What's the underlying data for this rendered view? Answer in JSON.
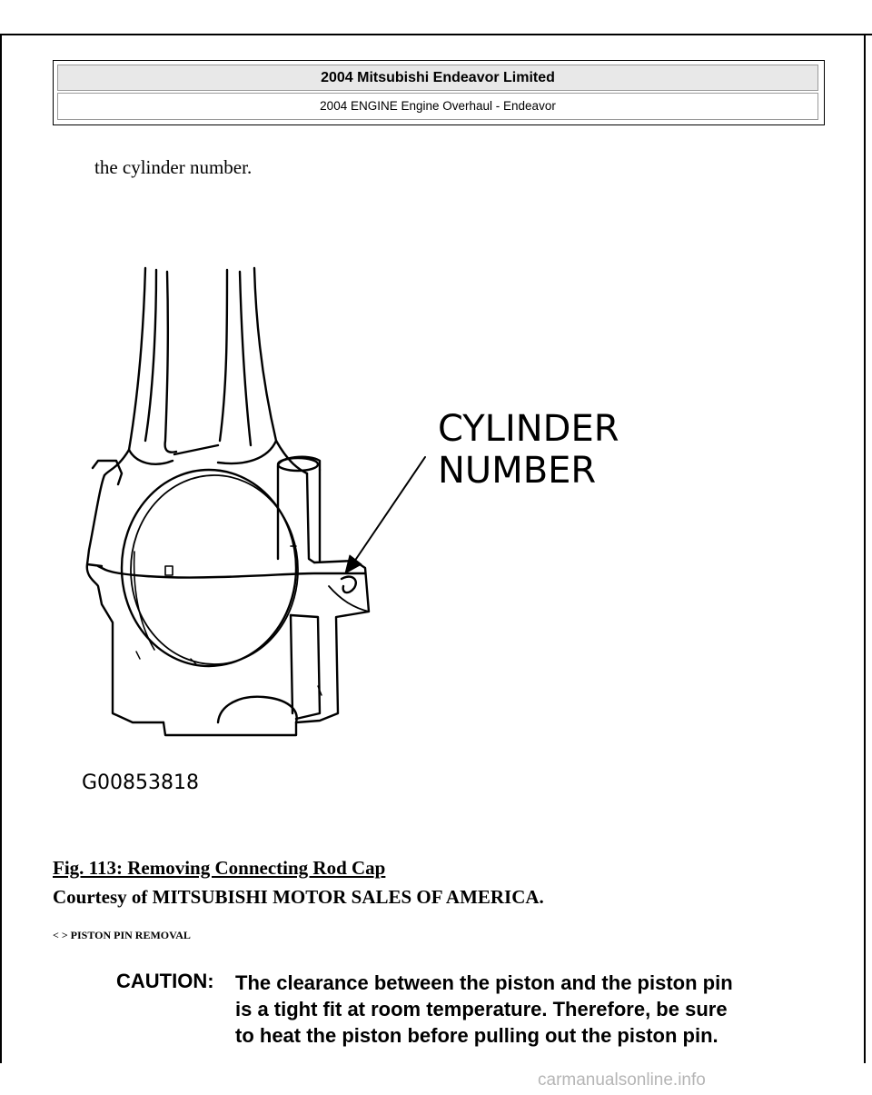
{
  "header": {
    "vehicle": "2004 Mitsubishi Endeavor Limited",
    "section": "2004 ENGINE Engine Overhaul - Endeavor"
  },
  "body_text": "the cylinder number.",
  "figure": {
    "label_line1": "CYLINDER",
    "label_line2": "NUMBER",
    "code": "G00853818"
  },
  "caption": {
    "title": "Fig. 113: Removing Connecting Rod Cap",
    "credit": "Courtesy of MITSUBISHI MOTOR SALES OF AMERICA."
  },
  "section_heading": "< > PISTON PIN REMOVAL",
  "caution": {
    "label": "CAUTION:",
    "lines": [
      "The clearance between the piston and the piston pin",
      "is a tight fit at room temperature. Therefore, be sure",
      "to heat the piston before pulling out the piston pin."
    ]
  },
  "watermark": "carmanualsonline.info"
}
